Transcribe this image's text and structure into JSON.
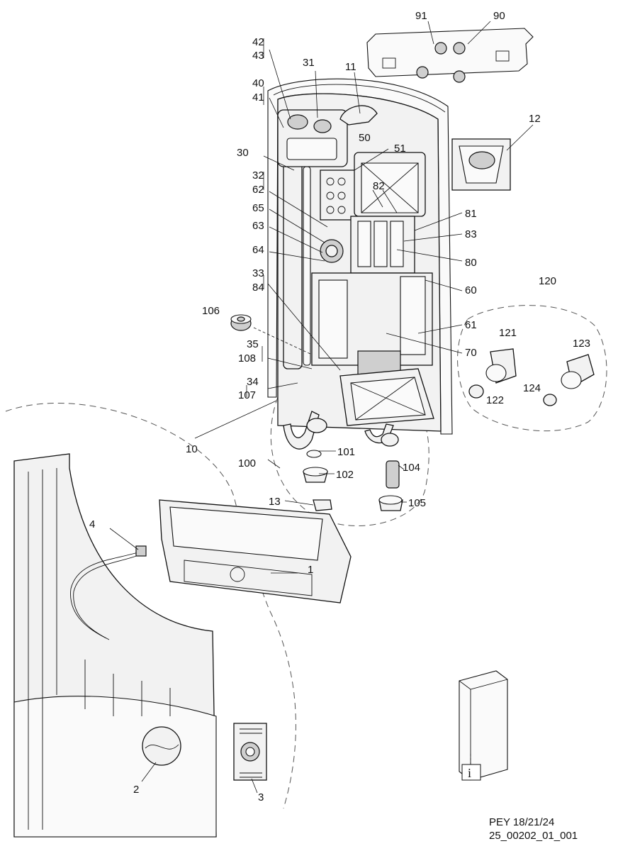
{
  "callouts": {
    "c1": "1",
    "c2": "2",
    "c3": "3",
    "c4": "4",
    "c10": "10",
    "c11": "11",
    "c12": "12",
    "c13": "13",
    "c30": "30",
    "c31": "31",
    "c32": "32",
    "c33": "33",
    "c34": "34",
    "c35": "35",
    "c40": "40",
    "c41": "41",
    "c42": "42",
    "c43": "43",
    "c50": "50",
    "c51": "51",
    "c60": "60",
    "c61": "61",
    "c62": "62",
    "c63": "63",
    "c64": "64",
    "c65": "65",
    "c70": "70",
    "c80": "80",
    "c81": "81",
    "c82": "82",
    "c83": "83",
    "c84": "84",
    "c90": "90",
    "c91": "91",
    "c100": "100",
    "c101": "101",
    "c102": "102",
    "c104": "104",
    "c105": "105",
    "c106": "106",
    "c107": "107",
    "c108": "108",
    "c120": "120",
    "c121": "121",
    "c122": "122",
    "c123": "123",
    "c124": "124"
  },
  "info_symbol": "i",
  "footer": {
    "model": "PEY 18/21/24",
    "drawing_number": "25_00202_01_001"
  }
}
